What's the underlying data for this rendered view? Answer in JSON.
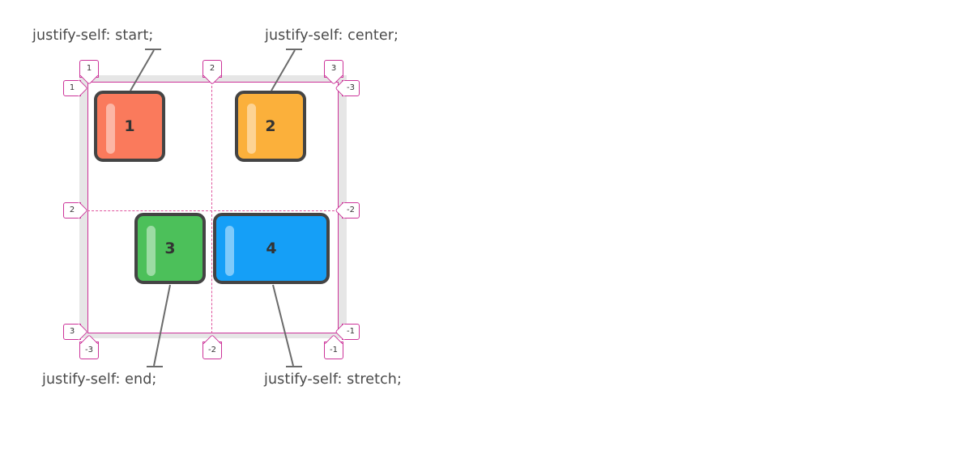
{
  "diagram": {
    "title_concept": "justify-self",
    "captions": [
      {
        "id": "start",
        "text": "justify-self: start;"
      },
      {
        "id": "center",
        "text": "justify-self: center;"
      },
      {
        "id": "end",
        "text": "justify-self: end;"
      },
      {
        "id": "stretch",
        "text": "justify-self: stretch;"
      }
    ],
    "grid": {
      "columns": 2,
      "rows": 2,
      "container_border_color": "#cc3399",
      "container_padding_color": "#e6e6e6",
      "gridline_color": "#e0559e",
      "items": [
        {
          "label": "1",
          "color": "#fa7a5c",
          "justify_self": "start"
        },
        {
          "label": "2",
          "color": "#fbb03b",
          "justify_self": "center"
        },
        {
          "label": "3",
          "color": "#4cc05a",
          "justify_self": "end"
        },
        {
          "label": "4",
          "color": "#159ff7",
          "justify_self": "stretch"
        }
      ]
    },
    "line_numbers": {
      "column_positive_top": [
        "1",
        "2",
        "3"
      ],
      "column_negative_bottom": [
        "-3",
        "-2",
        "-1"
      ],
      "row_positive_left": [
        "1",
        "2",
        "3"
      ],
      "row_negative_right": [
        "-3",
        "-2",
        "-1"
      ]
    },
    "tags": [
      {
        "id": "col-1-top",
        "value": "1",
        "direction": "down"
      },
      {
        "id": "col-2-top",
        "value": "2",
        "direction": "down"
      },
      {
        "id": "col-3-top",
        "value": "3",
        "direction": "down"
      },
      {
        "id": "row-1-left",
        "value": "1",
        "direction": "right"
      },
      {
        "id": "row-2-left",
        "value": "2",
        "direction": "right"
      },
      {
        "id": "row-3-left",
        "value": "3",
        "direction": "right"
      },
      {
        "id": "row-neg3-right",
        "value": "-3",
        "direction": "left"
      },
      {
        "id": "row-neg2-right",
        "value": "-2",
        "direction": "left"
      },
      {
        "id": "row-neg1-right",
        "value": "-1",
        "direction": "left"
      },
      {
        "id": "col-neg3-bottom",
        "value": "-3",
        "direction": "up"
      },
      {
        "id": "col-neg2-bottom",
        "value": "-2",
        "direction": "up"
      },
      {
        "id": "col-neg1-bottom",
        "value": "-1",
        "direction": "up"
      }
    ]
  }
}
